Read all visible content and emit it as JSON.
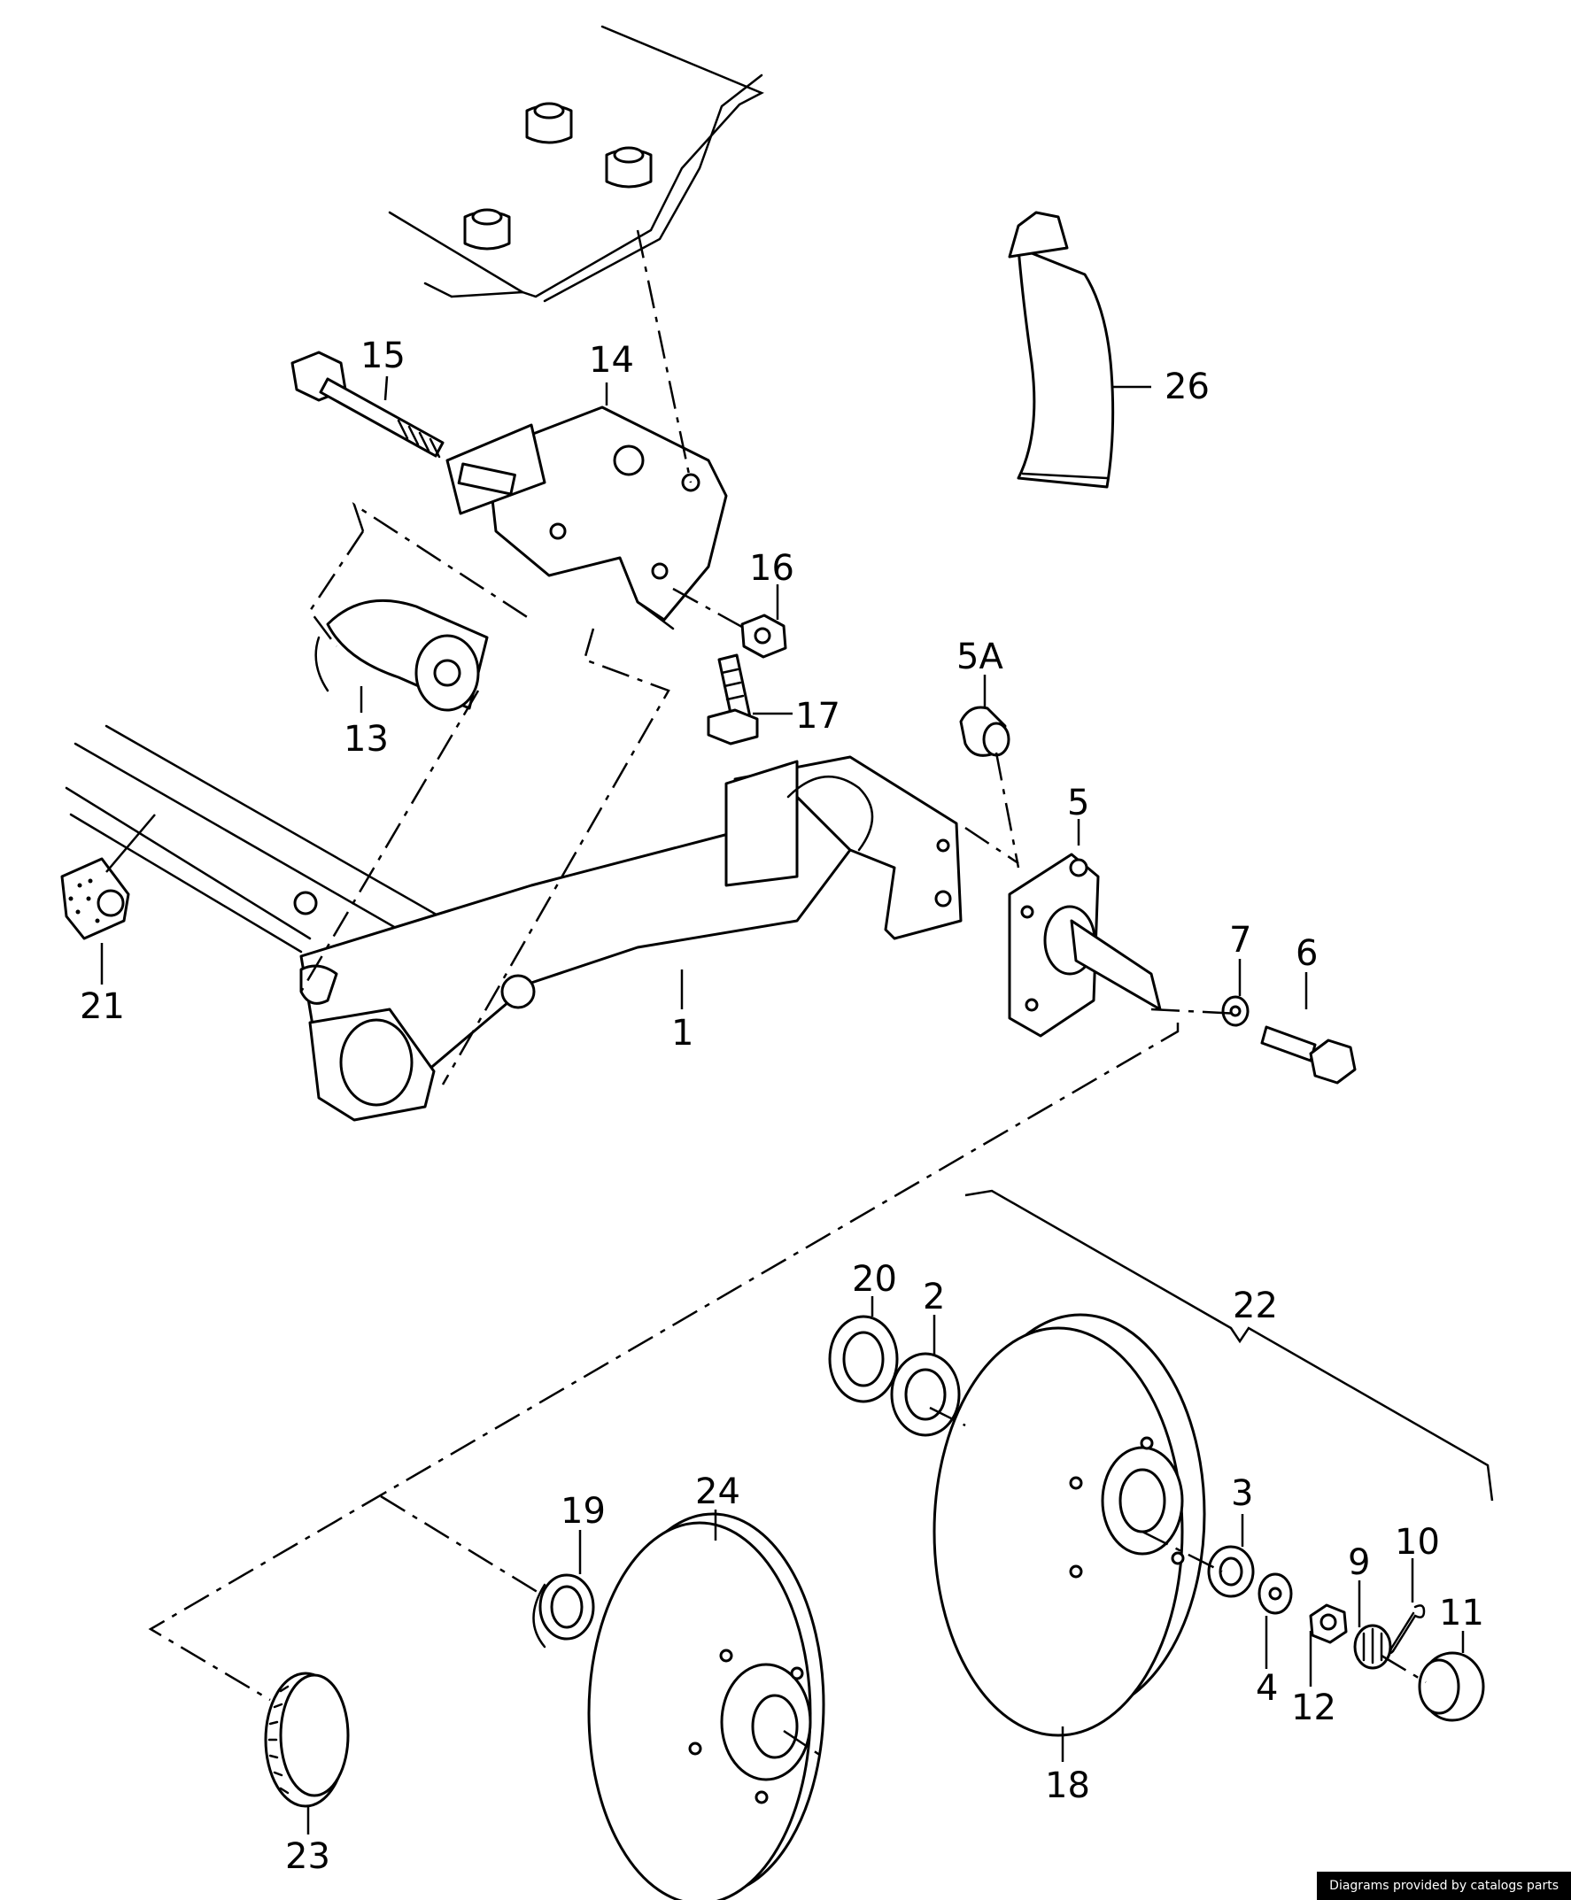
{
  "diagram": {
    "labels": [
      "15",
      "14",
      "26",
      "16",
      "13",
      "17",
      "5A",
      "5",
      "7",
      "6",
      "21",
      "1",
      "20",
      "2",
      "22",
      "3",
      "19",
      "24",
      "10",
      "9",
      "11",
      "4",
      "12",
      "18",
      "23"
    ]
  },
  "footer": {
    "credit": "Diagrams provided by catalogs parts"
  }
}
